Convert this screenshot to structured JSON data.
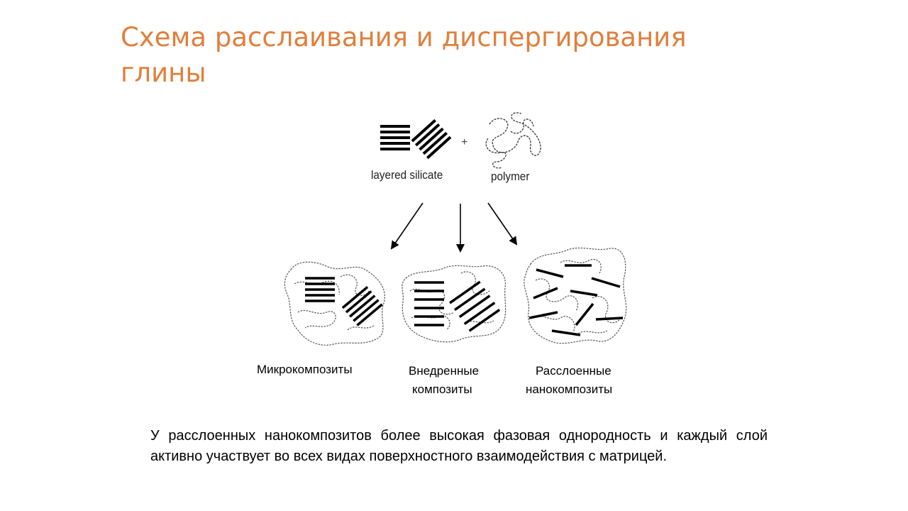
{
  "slide": {
    "title": "Схема расслаивания и диспергирования глины",
    "diagram": {
      "layered_silicate_label": "layered silicate",
      "plus_sign": "+",
      "polymer_label": "polymer",
      "outcomes": [
        {
          "label_lines": [
            "Микрокомпозиты"
          ]
        },
        {
          "label_lines": [
            "Внедренные",
            "композиты"
          ]
        },
        {
          "label_lines": [
            "Расслоенные",
            "нанокомпозиты"
          ]
        }
      ]
    },
    "body_text": "У расслоенных нанокомпозитов более высокая фазовая однородность и каждый слой активно участвует во всех видах поверхностного взаимодействия с матрицей."
  }
}
